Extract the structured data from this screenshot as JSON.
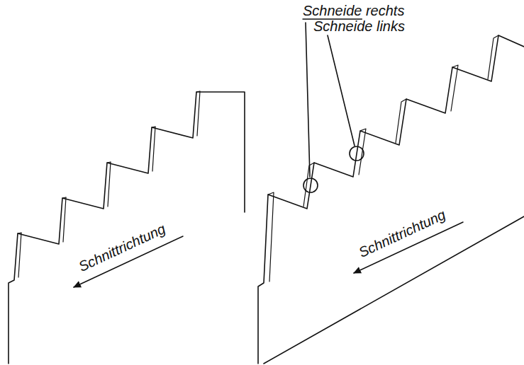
{
  "diagram": {
    "labels": [
      "Schneide rechts",
      "Schneide links",
      "Schnittrichtung",
      "Schnittrichtung"
    ]
  }
}
